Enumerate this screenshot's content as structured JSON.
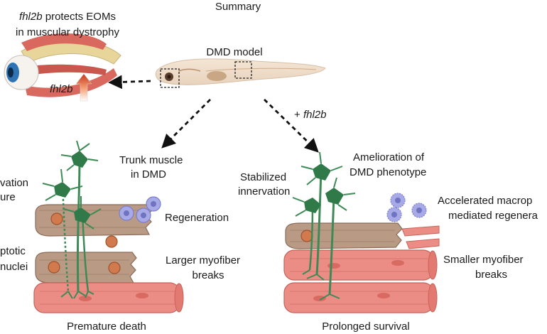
{
  "title": "Summary",
  "eom": {
    "title_gene": "fhl2b",
    "title_rest": "protects EOMs",
    "title_line2": "in muscular dystrophy",
    "gene_label": "fhl2b"
  },
  "center": {
    "model_label": "DMD model",
    "arrow_label_prefix": "+",
    "arrow_label_gene": "fhl2b"
  },
  "left_panel": {
    "heading_line1": "Trunk muscle",
    "heading_line2": "in DMD",
    "innervation_line1": "vation",
    "innervation_line2": "ure",
    "apoptotic_line1": "ptotic",
    "apoptotic_line2": "nuclei",
    "regeneration": "Regeneration",
    "breaks_line1": "Larger myofiber",
    "breaks_line2": "breaks",
    "outcome": "Premature death"
  },
  "right_panel": {
    "heading_line1": "Amelioration of",
    "heading_line2": "DMD phenotype",
    "innervation_line1": "Stabilized",
    "innervation_line2": "innervation",
    "regen_line1": "Accelerated macrop",
    "regen_line2": "mediated regenera",
    "breaks_line1": "Smaller myofiber",
    "breaks_line2": "breaks",
    "outcome": "Prolonged survival"
  },
  "colors": {
    "eye_muscle": "#d9685e",
    "nerve": "#3e8a57",
    "fiber_healthy": "#ec8d85",
    "fiber_damaged": "#b99a85",
    "macrophage": "#9a9ee0",
    "arrow": "#111111"
  }
}
